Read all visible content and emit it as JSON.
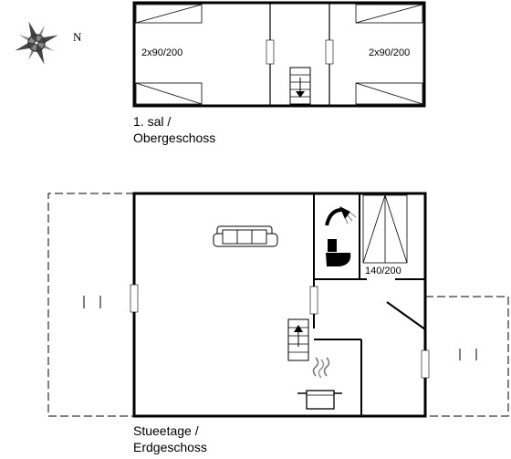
{
  "compass": {
    "north_label": "N"
  },
  "upper_floor": {
    "caption_line1": "1. sal /",
    "caption_line2": "Obergeschoss",
    "bedroom_left_label": "2x90/200",
    "bedroom_right_label": "2x90/200",
    "stair_direction": "down"
  },
  "ground_floor": {
    "caption_line1": "Stueetage /",
    "caption_line2": "Erdgeschoss",
    "bed_label": "140/200",
    "stair_direction": "up"
  },
  "colors": {
    "wall": "#000000",
    "background": "#ffffff",
    "compass": "#555555"
  }
}
